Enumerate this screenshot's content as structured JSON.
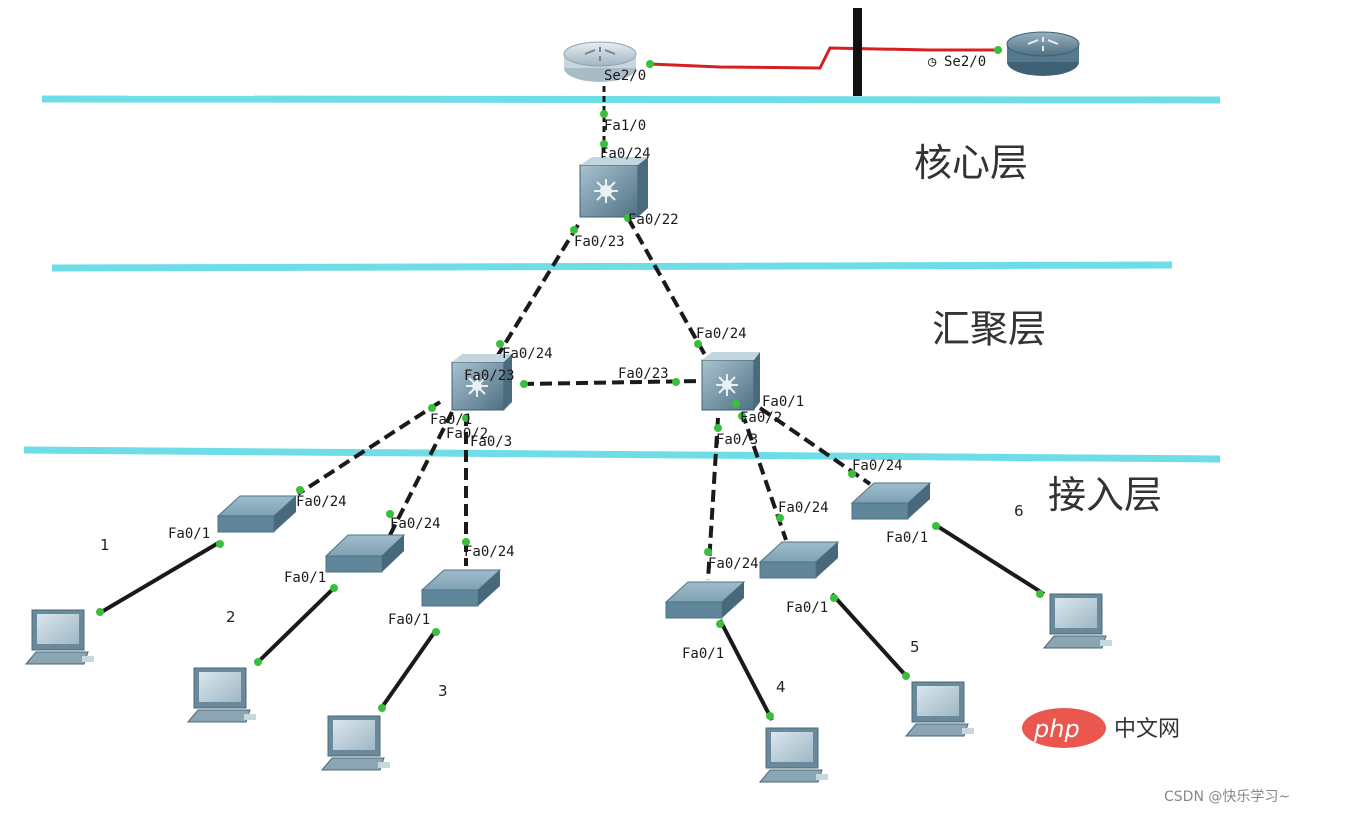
{
  "layers": {
    "core": "核心层",
    "distribution": "汇聚层",
    "access": "接入层"
  },
  "ports": {
    "router_left_se": "Se2/0",
    "router_right_se": "Se2/0",
    "core_up": "Fa1/0",
    "core_fa24": "Fa0/24",
    "core_fa22": "Fa0/22",
    "core_fa23": "Fa0/23",
    "dl_fa24": "Fa0/24",
    "dl_fa23": "Fa0/23",
    "dl_fa1": "Fa0/1",
    "dl_fa2": "Fa0/2",
    "dl_fa3": "Fa0/3",
    "dr_fa24": "Fa0/24",
    "dr_fa23": "Fa0/23",
    "dr_fa1": "Fa0/1",
    "dr_fa2": "Fa0/2",
    "dr_fa3": "Fa0/3",
    "a1_fa24": "Fa0/24",
    "a1_fa1": "Fa0/1",
    "a2_fa24": "Fa0/24",
    "a2_fa1": "Fa0/1",
    "a3_fa24": "Fa0/24",
    "a3_fa1": "Fa0/1",
    "a4_fa24": "Fa0/24",
    "a4_fa1": "Fa0/1",
    "a5_fa24": "Fa0/24",
    "a5_fa1": "Fa0/1",
    "a6_fa24": "Fa0/24",
    "a6_fa1": "Fa0/1"
  },
  "pc_numbers": [
    "1",
    "2",
    "3",
    "4",
    "5",
    "6"
  ],
  "watermarks": {
    "php": "php",
    "php_site": "中文网",
    "csdn": "CSDN @快乐学习~"
  },
  "colors": {
    "layer_line": "#6fdde6",
    "serial_link": "#d42020",
    "link": "#1a1a1a",
    "port_dot": "#3bbf3b",
    "device": "#6f96a8",
    "php_badge": "#e9574f"
  }
}
